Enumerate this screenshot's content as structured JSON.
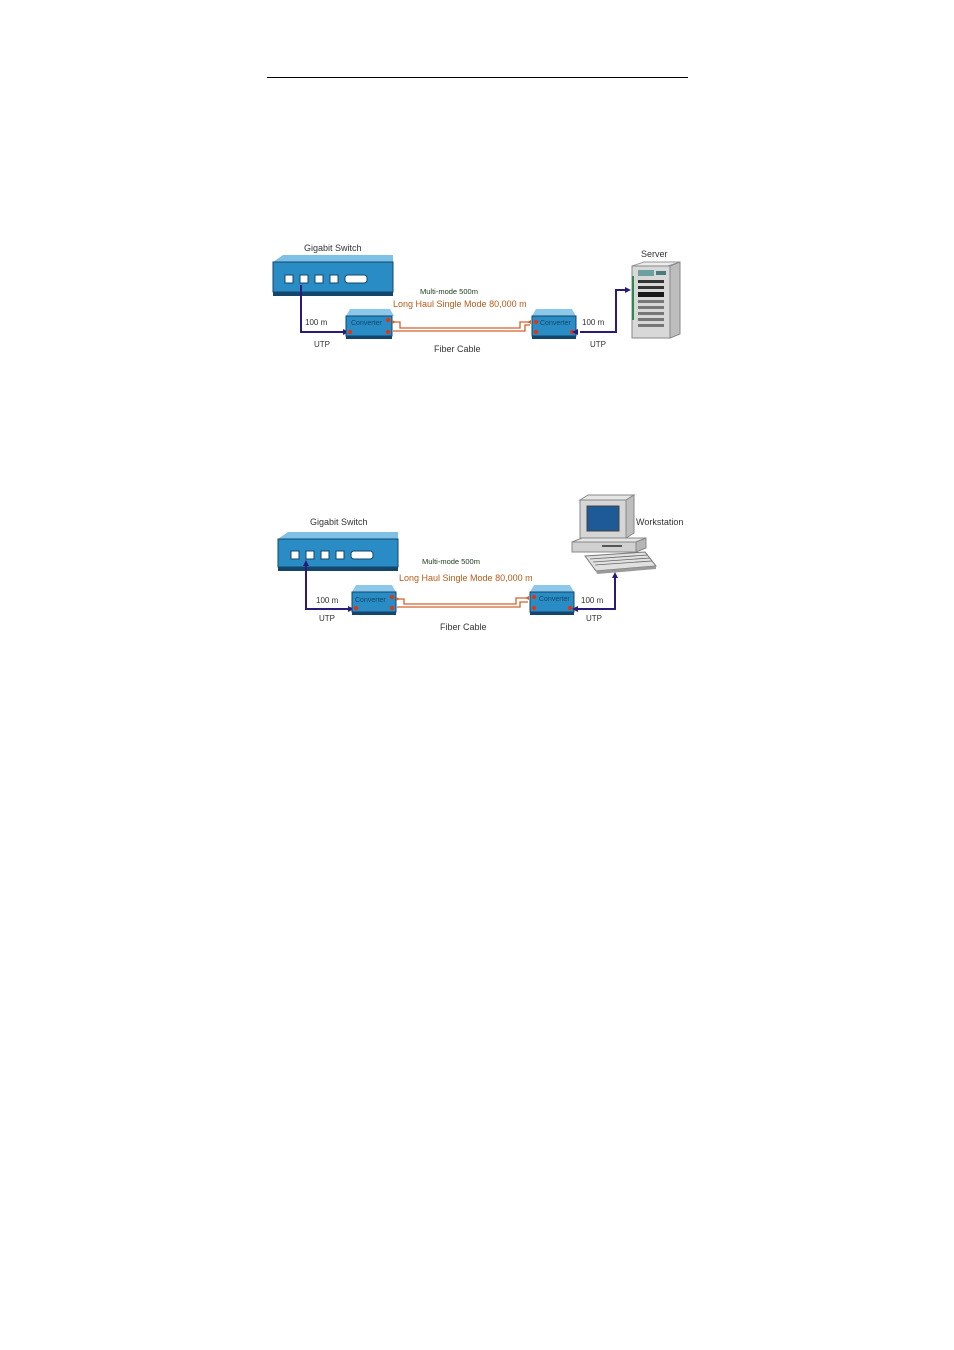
{
  "diagrams": [
    {
      "switch_label": "Gigabit Switch",
      "endpoint_label": "Server",
      "multimode_label": "Multi-mode 500m",
      "longhaul_label": "Long Haul Single Mode 80,000 m",
      "left_distance": "100 m",
      "right_distance": "100 m",
      "left_cable": "UTP",
      "right_cable": "UTP",
      "fiber_label": "Fiber Cable",
      "converter_left": "Converter",
      "converter_right": "Converter"
    },
    {
      "switch_label": "Gigabit Switch",
      "endpoint_label": "Workstation",
      "multimode_label": "Multi-mode 500m",
      "longhaul_label": "Long Haul Single Mode 80,000 m",
      "left_distance": "100 m",
      "right_distance": "100 m",
      "left_cable": "UTP",
      "right_cable": "UTP",
      "fiber_label": "Fiber Cable",
      "converter_left": "Converter",
      "converter_right": "Converter"
    }
  ],
  "colors": {
    "device_blue": "#2a8cc4",
    "device_dark": "#14466b",
    "utp_line": "#2a1a7a",
    "fiber_line": "#d4622a",
    "port_red": "#d43a1a",
    "server_gray": "#d8d8d8",
    "screen_blue": "#1e5a96"
  },
  "icons": [
    "switch-icon",
    "converter-icon",
    "server-icon",
    "workstation-icon"
  ]
}
